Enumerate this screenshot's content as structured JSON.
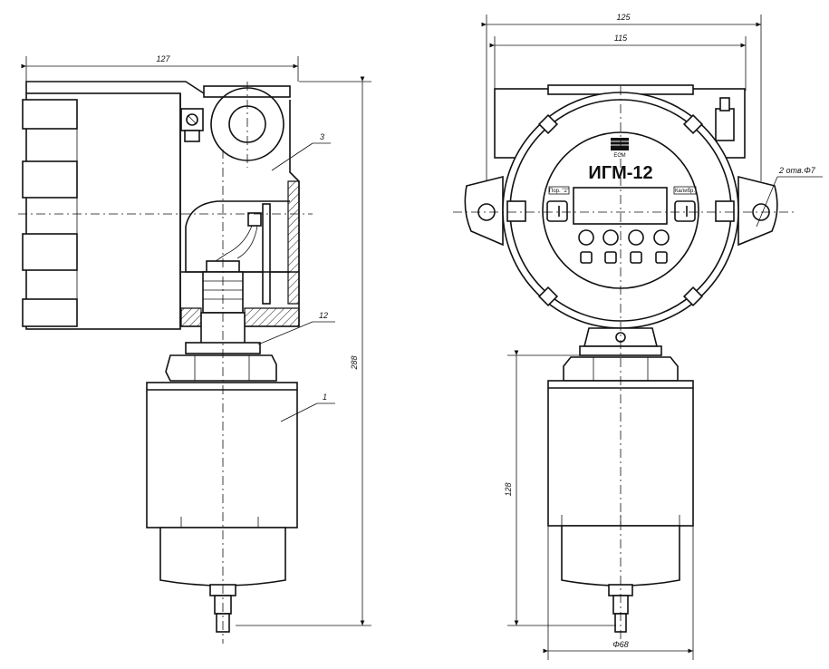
{
  "side_view": {
    "dim_width": "127",
    "dim_height": "288",
    "callout_3": "3",
    "callout_12": "12",
    "callout_1": "1"
  },
  "front_view": {
    "dim_overall": "125",
    "dim_inner": "115",
    "dim_height": "128",
    "dim_diameter": "Φ68",
    "holes_note": "2 отв.Φ7",
    "device_name": "ИГМ-12",
    "logo_text": "ECM",
    "label_left": "Пор. \"2\"",
    "label_right": "Калибр."
  }
}
